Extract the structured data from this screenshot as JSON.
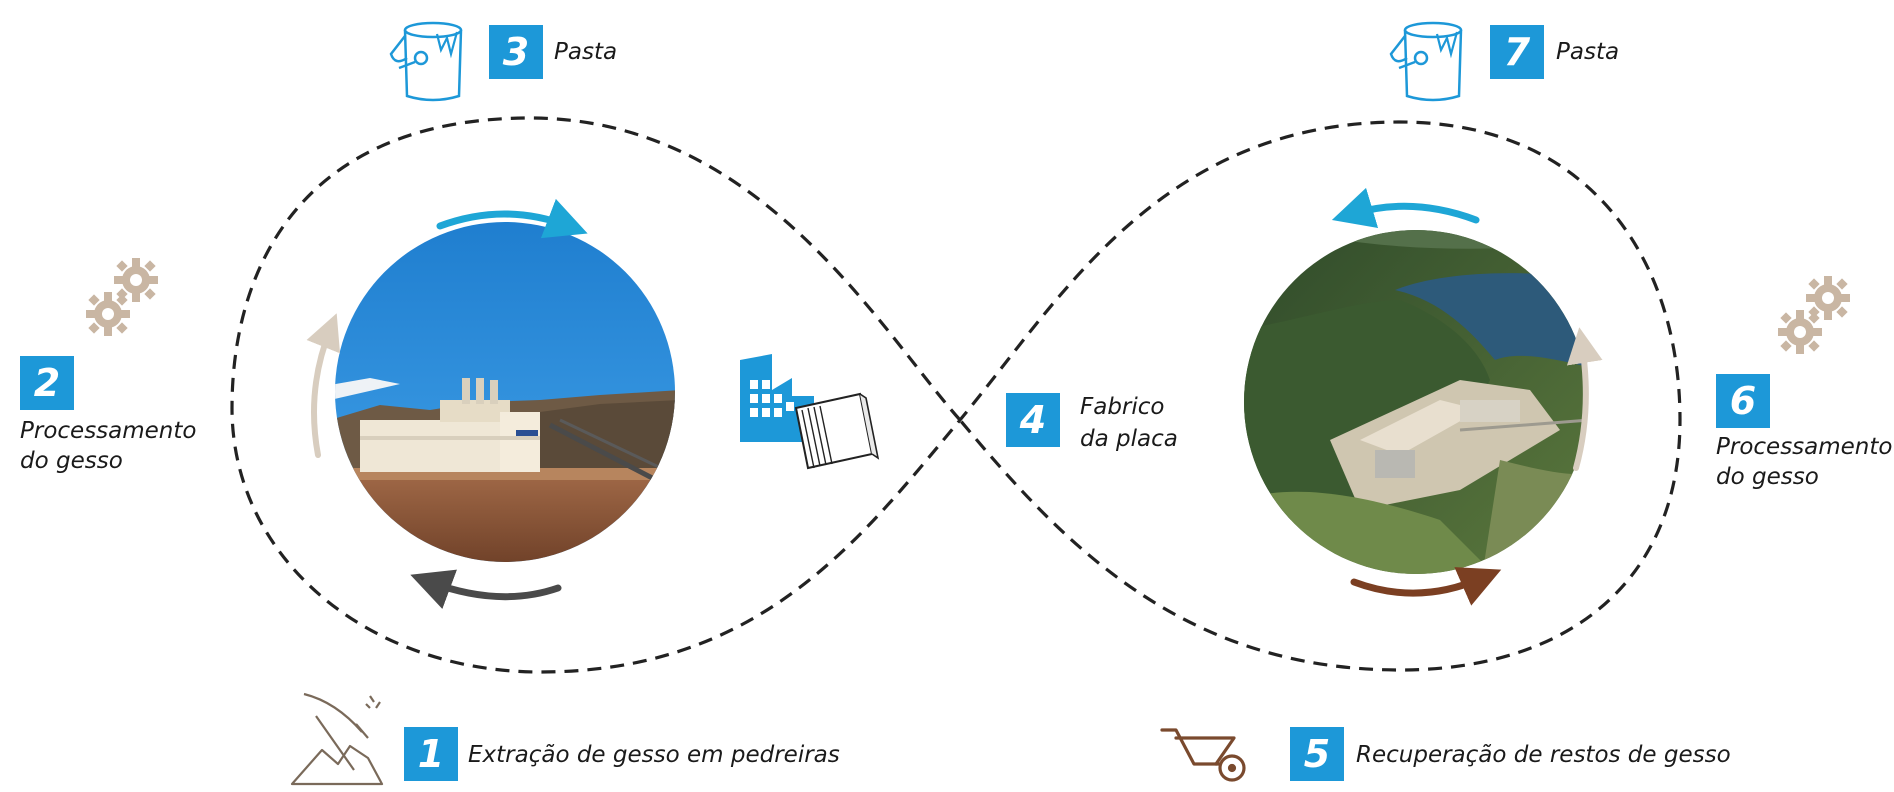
{
  "colors": {
    "badge": "#1d98d8",
    "arrow_blue": "#1ea6d6",
    "arrow_beige": "#d8cdbf",
    "arrow_dark": "#4a4a4a",
    "arrow_brown": "#7b3f22",
    "gear": "#c9b6a3",
    "icon_blue": "#1d98d8",
    "icon_brown": "#7a4a2e",
    "dash": "#222222"
  },
  "steps": [
    {
      "number": "1",
      "label": "Extração de gesso em pedreiras",
      "icon": "pickaxe-icon"
    },
    {
      "number": "2",
      "label_lines": [
        "Processamento",
        "do gesso"
      ],
      "icon": "gears-icon"
    },
    {
      "number": "3",
      "label": "Pasta",
      "icon": "paint-bucket-icon"
    },
    {
      "number": "4",
      "label_lines": [
        "Fabrico",
        "da placa"
      ],
      "icon": "factory-icon"
    },
    {
      "number": "5",
      "label": "Recuperação de restos de gesso",
      "icon": "wheelbarrow-icon"
    },
    {
      "number": "6",
      "label_lines": [
        "Processamento",
        "do gesso"
      ],
      "icon": "gears-icon"
    },
    {
      "number": "7",
      "label": "Pasta",
      "icon": "paint-bucket-icon"
    }
  ],
  "photos": [
    {
      "name": "gypsum-factory-photo"
    },
    {
      "name": "quarry-aerial-photo"
    }
  ]
}
